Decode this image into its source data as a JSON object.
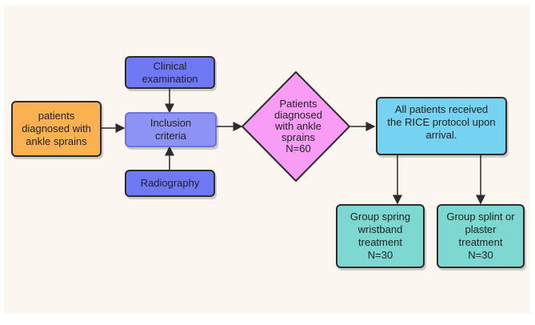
{
  "nodes": {
    "patients_diagnosed": "patients\ndiagnosed with\nankle sprains",
    "clinical_examination": "Clinical\nexamination",
    "inclusion_criteria": "Inclusion\ncriteria",
    "radiography": "Radiography",
    "patients_diagnosed_n": "Patients\ndiagnosed\nwith ankle\nsprains\nN=60",
    "rice_protocol": "All patients received\nthe RICE protocol upon\narrival.",
    "group_spring": "Group spring\nwristband\ntreatment\nN=30",
    "group_splint": "Group splint or\nplaster\ntreatment\nN=30"
  },
  "colors": {
    "background": "#fbf6ef",
    "orange": "#fbb152",
    "purple": "#7079f4",
    "lavender": "#8d93f5",
    "pink": "#f99cf6",
    "blue": "#75d2f0",
    "teal": "#7dd8d2",
    "stroke": "#2c2c2c"
  }
}
